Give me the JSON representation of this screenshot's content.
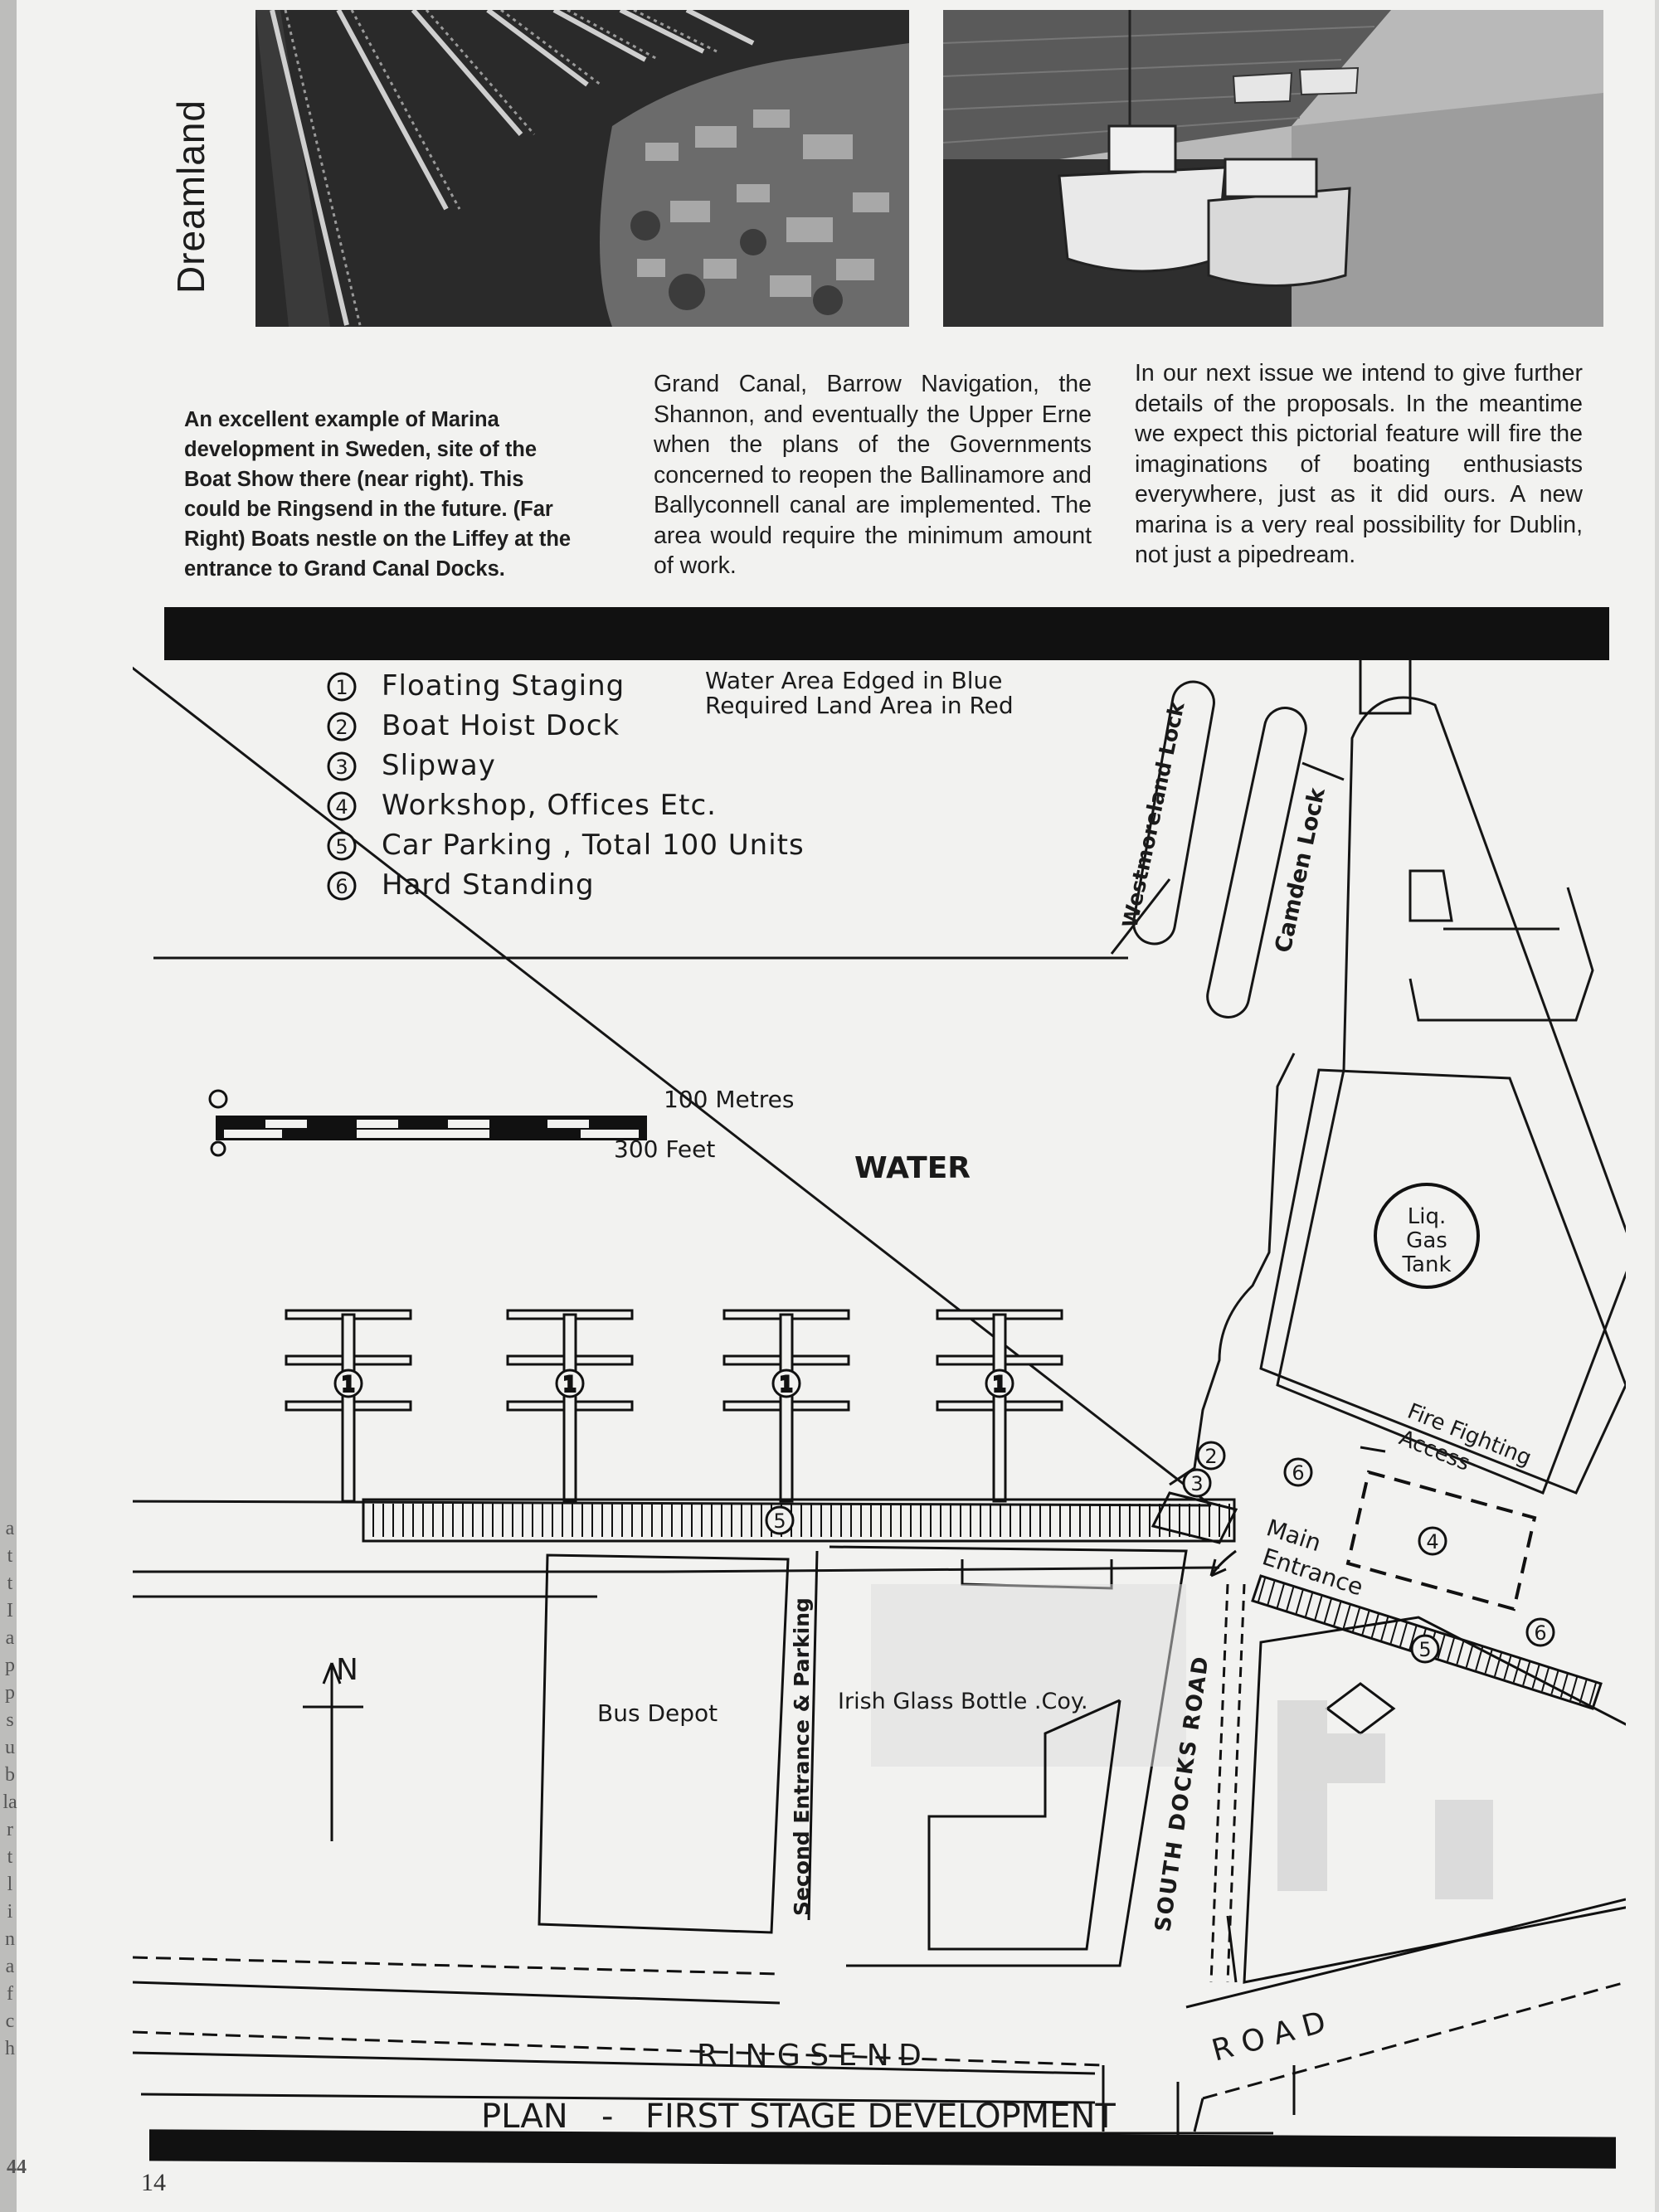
{
  "section_label": "Dreamland",
  "caption": "An excellent example of Marina development in Sweden, site of the Boat Show there (near right). This could be Ringsend in the future. (Far Right) Boats nestle on the Liffey at the entrance to Grand Canal Docks.",
  "column_middle": "Grand Canal, Barrow Navigation, the Shannon, and eventually the Upper Erne when the plans of the Governments concerned to reopen the Ballinamore and Ballyconnell canal are implemented. The area would require the minimum amount of work.",
  "column_right": "In our next issue we intend to give further details of the proposals. In the meantime we expect this pictorial feature will fire the imaginations of boating enthusiasts everywhere, just as it did ours. A new marina is a very real possibility for Dublin, not just a pipedream.",
  "plan": {
    "legend": [
      {
        "num": "1",
        "label": "Floating Staging"
      },
      {
        "num": "2",
        "label": "Boat Hoist Dock"
      },
      {
        "num": "3",
        "label": "Slipway"
      },
      {
        "num": "4",
        "label": "Workshop, Offices Etc."
      },
      {
        "num": "5",
        "label": "Car Parking , Total 100 Units"
      },
      {
        "num": "6",
        "label": "Hard Standing"
      }
    ],
    "note_line1": "Water Area Edged in Blue",
    "note_line2": "Required Land Area in Red",
    "scale_zero_top": "0",
    "scale_zero_bottom": "0",
    "scale_metres": "100 Metres",
    "scale_feet": "300 Feet",
    "water": "WATER",
    "westmoreland_lock": "Westmoreland Lock",
    "camden_lock": "Camden Lock",
    "gas_tank_1": "Liq.",
    "gas_tank_2": "Gas",
    "gas_tank_3": "Tank",
    "fire_1": "Fire Fighting",
    "fire_2": "Access",
    "main_entrance_1": "Main",
    "main_entrance_2": "Entrance",
    "north": "N",
    "bus_depot": "Bus Depot",
    "second_entrance": "Second Entrance & Parking",
    "glass_bottle": "Irish Glass Bottle .Coy.",
    "south_docks_road": "SOUTH DOCKS ROAD",
    "ringsend": "R I N G S E N D",
    "road": "R O A D",
    "title_a": "PLAN",
    "title_dash": "-",
    "title_b": "FIRST STAGE DEVELOPMENT"
  },
  "page_number": "14",
  "prev_page_letters": [
    "a",
    "t",
    "t",
    "I",
    "a",
    "p",
    "p",
    "s",
    "u",
    "b",
    "la",
    "r",
    "t",
    "l",
    "i",
    "n",
    "a",
    "f",
    "c",
    "h"
  ],
  "prev_page_number": "44"
}
